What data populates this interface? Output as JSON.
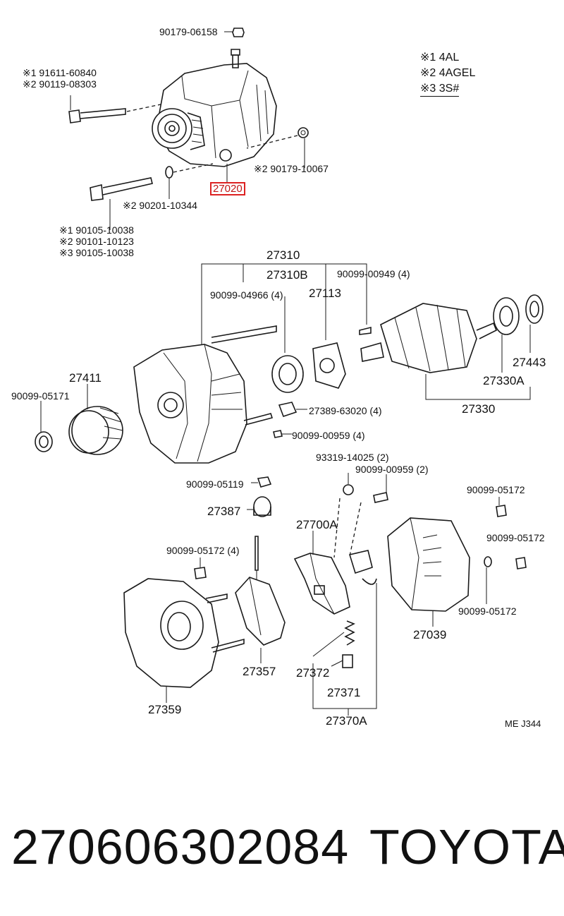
{
  "legend": [
    {
      "mark": "※1",
      "text": "4AL"
    },
    {
      "mark": "※2",
      "text": "4AGEL"
    },
    {
      "mark": "※3",
      "text": "3S#"
    }
  ],
  "top_assembly": {
    "nut_top": "90179-06158",
    "bolt_a1": "※1 91611-60840",
    "bolt_a2": "※2 90119-08303",
    "nut_right": "※2 90179-10067",
    "highlight": "27020",
    "washer": "※2 90201-10344",
    "bolt_b1": "※1  90105-10038",
    "bolt_b2": "※2  90101-10123",
    "bolt_b3": "※3  90105-10038"
  },
  "rotor_section": {
    "p27310": "27310",
    "p27310b": "27310B",
    "p90099_04966": "90099-04966 (4)",
    "p27113": "27113",
    "p90099_00949": "90099-00949 (4)",
    "p27443": "27443",
    "p27330a": "27330A",
    "p27330": "27330",
    "p27411": "27411",
    "p90099_05171": "90099-05171",
    "p27389": "27389-63020 (4)",
    "p90099_00959_4": "90099-00959 (4)"
  },
  "rear_section": {
    "p93319": "93319-14025 (2)",
    "p90099_00959_2": "90099-00959 (2)",
    "p90099_05119": "90099-05119",
    "p27387": "27387",
    "p27700a": "27700A",
    "p90099_05172_a": "90099-05172",
    "p90099_05172_4": "90099-05172 (4)",
    "p90099_05172_b": "90099-05172",
    "p90099_05172_c": "90099-05172",
    "p27039": "27039",
    "p27357": "27357",
    "p27372": "27372",
    "p27371": "27371",
    "p27359": "27359",
    "p27370a": "27370A",
    "code": "ME J344"
  },
  "footer": {
    "part_number": "27060630208",
    "part_number_last": "4",
    "brand": "TOYOTA"
  }
}
